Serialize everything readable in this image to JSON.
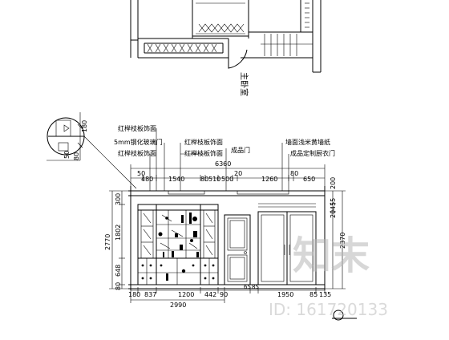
{
  "plan": {
    "title": "主卧室"
  },
  "detail": {
    "dims": [
      "180",
      "50",
      "80"
    ]
  },
  "annotations": {
    "left": [
      "红榉枝板饰面",
      "5mm钢化玻璃门",
      "红榉枝板饰面"
    ],
    "mid": [
      "红榉枝板饰面",
      "红榉枝板饰面"
    ],
    "door": "成品门",
    "right": [
      "墙面浅米黄墙纸",
      "成品定制厨衣门"
    ]
  },
  "dims": {
    "overall_top": "6360",
    "top_row": [
      "50",
      "480",
      "1540",
      "80",
      "510",
      "500",
      "20",
      "1260",
      "80",
      "650"
    ],
    "left_col": [
      "300",
      "2770",
      "1802",
      "648",
      "80"
    ],
    "right_col": [
      "200",
      "455",
      "20",
      "2370"
    ],
    "bottom_row": [
      "180",
      "837",
      "1200",
      "442",
      "90",
      "65",
      "85",
      "1950",
      "85",
      "135"
    ],
    "bottom_total": "2990"
  },
  "watermark": {
    "logo_text": "知末",
    "id_text": "ID: 161720133"
  }
}
